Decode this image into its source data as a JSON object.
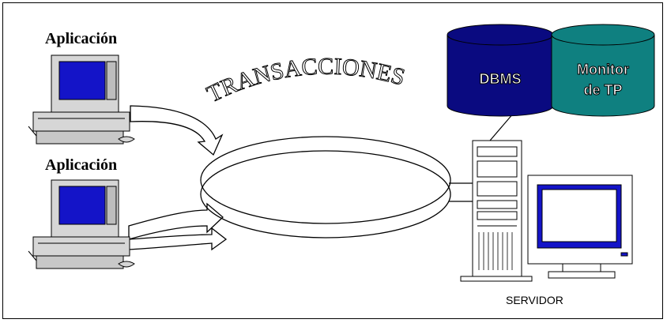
{
  "clients": [
    {
      "label": "Aplicación"
    },
    {
      "label": "Aplicación"
    }
  ],
  "banner": {
    "text": "TRANSACCIONES"
  },
  "server": {
    "label": "SERVIDOR"
  },
  "databases": [
    {
      "line1": "DBMS",
      "line2": "",
      "color": "#0a0a80"
    },
    {
      "line1": "Monitor",
      "line2": "de TP",
      "color": "#0f8080"
    }
  ],
  "colors": {
    "screen": "#1414c8",
    "computer_body": "#d6d6d6",
    "outline": "#000000"
  }
}
